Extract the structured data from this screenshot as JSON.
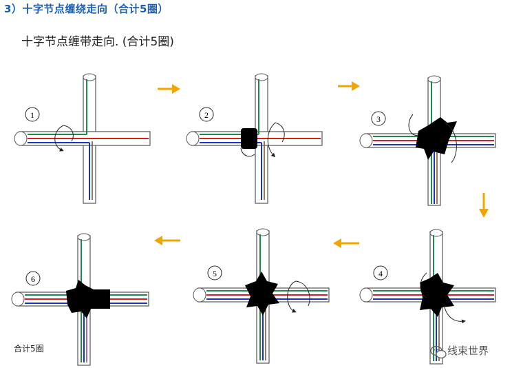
{
  "heading": "3）十字节点缠绕走向（合计5圈）",
  "subtitle": "十字节点缠带走向. (合计5圈)",
  "footnote": "合计5圈",
  "watermark": "线束世界",
  "steps": [
    {
      "number": "1"
    },
    {
      "number": "2"
    },
    {
      "number": "3"
    },
    {
      "number": "4"
    },
    {
      "number": "5"
    },
    {
      "number": "6"
    }
  ],
  "colors": {
    "heading": "#1a5fb4",
    "arrow": "#f0a500",
    "green_wire": "#1e8a4a",
    "red_wire": "#d42020",
    "blue_wire": "#1533c8",
    "brown_wire": "#7a4a2a",
    "purple_wire": "#7a3ea0",
    "tape": "#000000"
  },
  "icons": [
    "arrow-right-icon",
    "arrow-down-icon",
    "arrow-left-icon",
    "wechat-icon"
  ]
}
